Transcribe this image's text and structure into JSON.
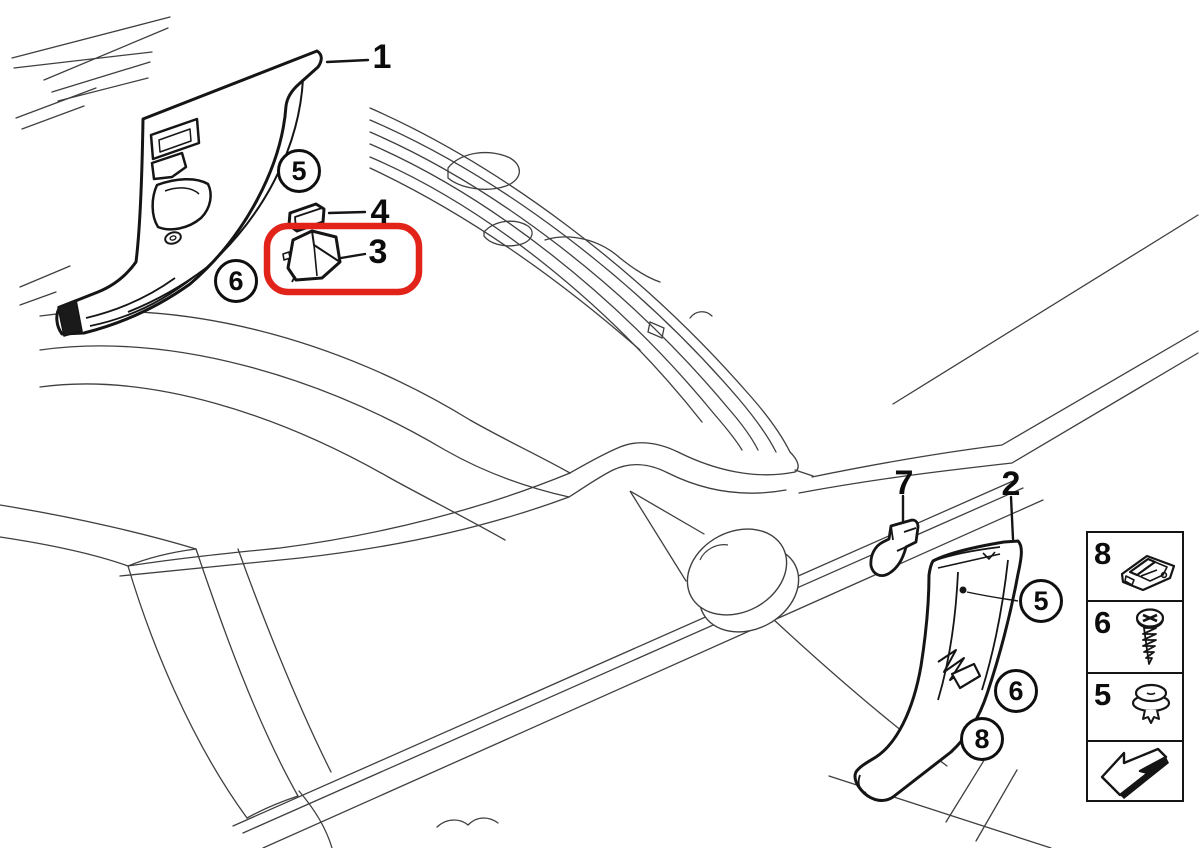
{
  "diagram_type": "parts-diagram",
  "colors": {
    "highlight_red": "#e2231a",
    "part_line": "#1a1a1a",
    "body_line": "#3f3f3f",
    "background": "#ffffff"
  },
  "labels": {
    "part1": "1",
    "part2": "2",
    "part3": "3",
    "part4": "4",
    "part7": "7"
  },
  "callouts": {
    "left_5": "5",
    "left_6": "6",
    "right_5": "5",
    "right_6": "6",
    "right_8": "8"
  },
  "highlight": {
    "highlighted_part_label": "3"
  },
  "legend": {
    "rows": [
      {
        "number": "8",
        "icon": "clip-icon"
      },
      {
        "number": "6",
        "icon": "screw-icon"
      },
      {
        "number": "5",
        "icon": "push-rivet-icon"
      }
    ],
    "arrow_icon": "direction-arrow-icon"
  }
}
